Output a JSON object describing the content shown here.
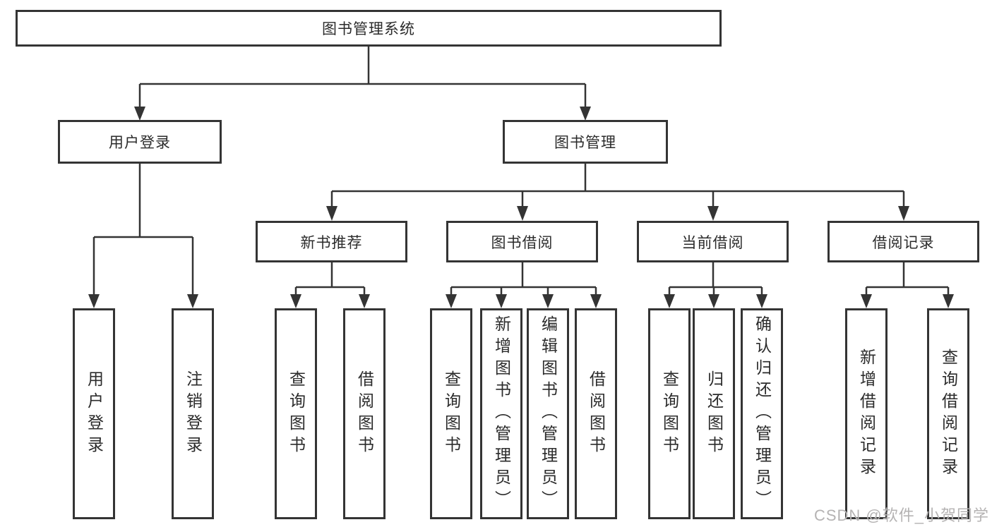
{
  "diagram": {
    "root": {
      "label": "图书管理系统"
    },
    "branches": [
      {
        "label": "用户登录",
        "children": [
          {
            "label": "用户登录"
          },
          {
            "label": "注销登录"
          }
        ]
      },
      {
        "label": "图书管理",
        "children": [
          {
            "label": "新书推荐",
            "children": [
              {
                "label": "查询图书"
              },
              {
                "label": "借阅图书"
              }
            ]
          },
          {
            "label": "图书借阅",
            "children": [
              {
                "label": "查询图书"
              },
              {
                "label": "新增图书（管理员）"
              },
              {
                "label": "编辑图书（管理员）"
              },
              {
                "label": "借阅图书"
              }
            ]
          },
          {
            "label": "当前借阅",
            "children": [
              {
                "label": "查询图书"
              },
              {
                "label": "归还图书"
              },
              {
                "label": "确认归还（管理员）"
              }
            ]
          },
          {
            "label": "借阅记录",
            "children": [
              {
                "label": "新增借阅记录"
              },
              {
                "label": "查询借阅记录"
              }
            ]
          }
        ]
      }
    ]
  },
  "watermark": "CSDN @软件_小贺同学",
  "colors": {
    "line": "#343434",
    "text": "#2b2b2b",
    "watermark": "#b5b3b3",
    "background": "#ffffff"
  }
}
